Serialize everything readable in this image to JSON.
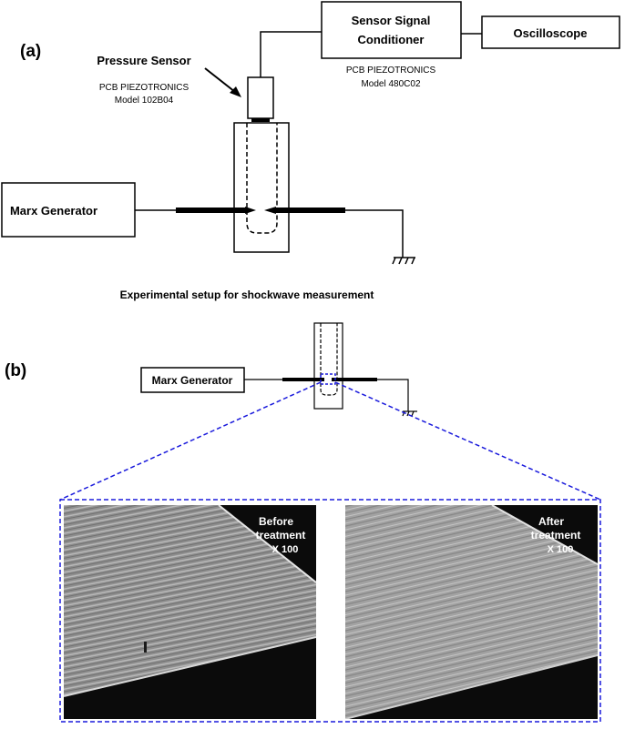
{
  "panel_a": {
    "label": "(a)",
    "sensor": {
      "title": "Pressure Sensor",
      "maker": "PCB PIEZOTRONICS",
      "model": "Model 102B04"
    },
    "conditioner": {
      "line1": "Sensor Signal",
      "line2": "Conditioner",
      "maker": "PCB PIEZOTRONICS",
      "model": "Model 480C02"
    },
    "oscilloscope": "Oscilloscope",
    "marx": "Marx Generator",
    "caption": "Experimental setup for shockwave measurement"
  },
  "panel_b": {
    "label": "(b)",
    "marx": "Marx Generator",
    "before": {
      "line1": "Before",
      "line2": "treatment",
      "line3": "X 100"
    },
    "after": {
      "line1": "After",
      "line2": "treatment",
      "line3": "X 100"
    }
  }
}
